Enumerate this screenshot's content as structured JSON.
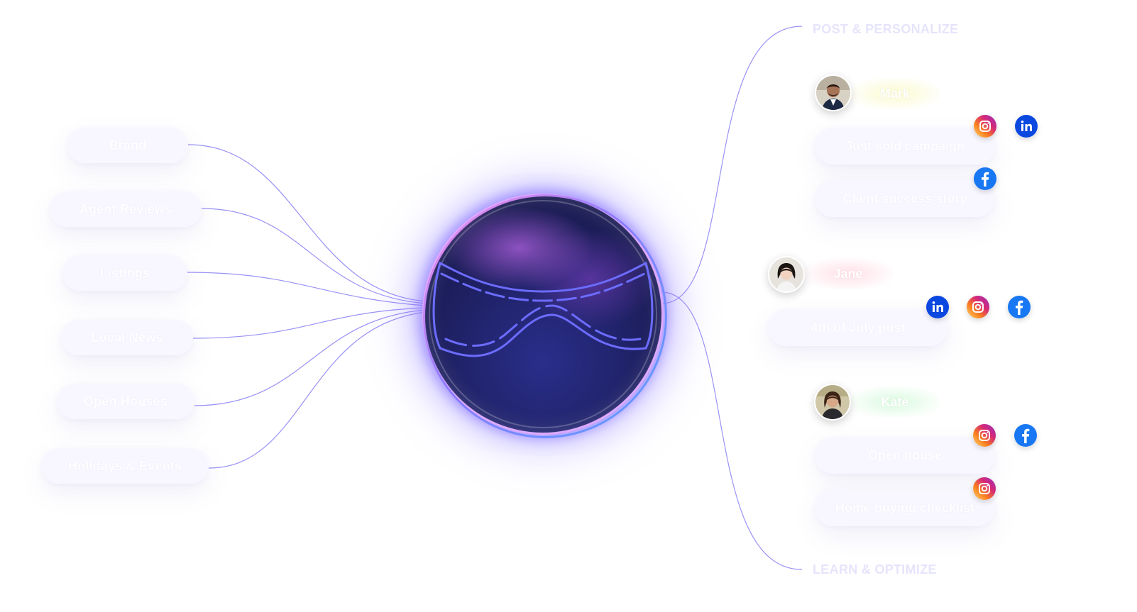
{
  "sources": [
    {
      "label": "Brand"
    },
    {
      "label": "Agent Reviews"
    },
    {
      "label": "Listings"
    },
    {
      "label": "Local News"
    },
    {
      "label": "Open Houses"
    },
    {
      "label": "Holidays & Events"
    }
  ],
  "sections": {
    "top": "POST & PERSONALIZE",
    "bottom": "LEARN & OPTIMIZE"
  },
  "agents": [
    {
      "name": "Mark",
      "name_color": "#fbfbd0",
      "campaigns": [
        {
          "label": "Just sold campaign",
          "channels": [
            "instagram-icon",
            "linkedin-icon"
          ]
        },
        {
          "label": "Client success story",
          "channels": [
            "facebook-icon"
          ]
        }
      ]
    },
    {
      "name": "Jane",
      "name_color": "#ffdfe7",
      "campaigns": [
        {
          "label": "4th of July post",
          "channels": [
            "linkedin-icon",
            "instagram-icon",
            "facebook-icon"
          ]
        }
      ]
    },
    {
      "name": "Kate",
      "name_color": "#dbfadf",
      "campaigns": [
        {
          "label": "Open house",
          "channels": [
            "instagram-icon",
            "facebook-icon"
          ]
        },
        {
          "label": "Home buying checklist",
          "channels": [
            "instagram-icon"
          ]
        }
      ]
    }
  ],
  "colors": {
    "connector": "#8f86f5",
    "orb_glow": "#8c78ff",
    "instagram_start": "#feda75",
    "instagram_mid": "#d62976",
    "instagram_end": "#962fbf",
    "linkedin": "#0a48e0",
    "facebook": "#1877f2"
  }
}
